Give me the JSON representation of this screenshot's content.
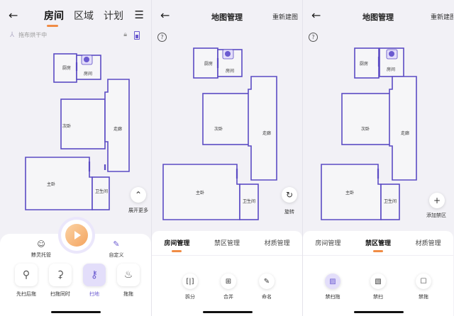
{
  "screen1": {
    "tabs": [
      {
        "label": "房间",
        "active": true
      },
      {
        "label": "区域",
        "active": false
      },
      {
        "label": "计划",
        "active": false
      }
    ],
    "status_text": "拖布烘干中",
    "rooms": [
      "厨房",
      "房间",
      "次卧",
      "走廊",
      "主卧",
      "卫生间"
    ],
    "expand_label": "展开更多",
    "fairy_label": "黪灵托管",
    "custom_label": "自定义",
    "modes": [
      {
        "label": "先扫后拖",
        "active": false
      },
      {
        "label": "扫拖同时",
        "active": false
      },
      {
        "label": "扫地",
        "active": true
      },
      {
        "label": "拖拖",
        "active": false
      }
    ]
  },
  "screen2": {
    "title": "地图管理",
    "right_action": "重新建图",
    "rooms": [
      "厨房",
      "房间",
      "次卧",
      "走廊",
      "主卧",
      "卫生间"
    ],
    "rotate_label": "旋转",
    "tabs": [
      {
        "label": "房间管理",
        "active": true
      },
      {
        "label": "禁区管理",
        "active": false
      },
      {
        "label": "材质管理",
        "active": false
      }
    ],
    "tools": [
      {
        "label": "拆分"
      },
      {
        "label": "合并"
      },
      {
        "label": "命名"
      }
    ]
  },
  "screen3": {
    "title": "地图管理",
    "right_action": "重新建图",
    "rooms": [
      "厨房",
      "房间",
      "次卧",
      "走廊",
      "主卧",
      "卫生间"
    ],
    "add_zone_label": "添加禁区",
    "tabs": [
      {
        "label": "房间管理",
        "active": false
      },
      {
        "label": "禁区管理",
        "active": true
      },
      {
        "label": "材质管理",
        "active": false
      }
    ],
    "tools": [
      {
        "label": "禁扫拖",
        "active": true
      },
      {
        "label": "禁扫",
        "active": false
      },
      {
        "label": "禁拖",
        "active": false
      }
    ]
  },
  "colors": {
    "accent": "#6a5ad0",
    "tab_underline": "#f08c45",
    "background": "#f2f1f6"
  }
}
